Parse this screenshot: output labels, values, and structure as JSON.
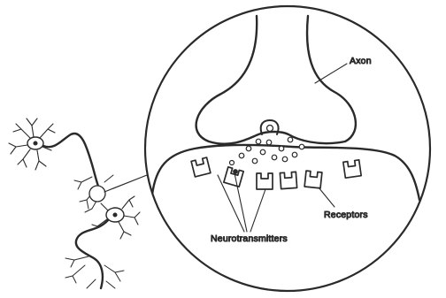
{
  "labels": {
    "axon": "Axon",
    "receptors": "Receptors",
    "neurotransmitters": "Neurotransmitters"
  },
  "colors": {
    "ink": "#2a2a2a",
    "background": "#ffffff"
  }
}
